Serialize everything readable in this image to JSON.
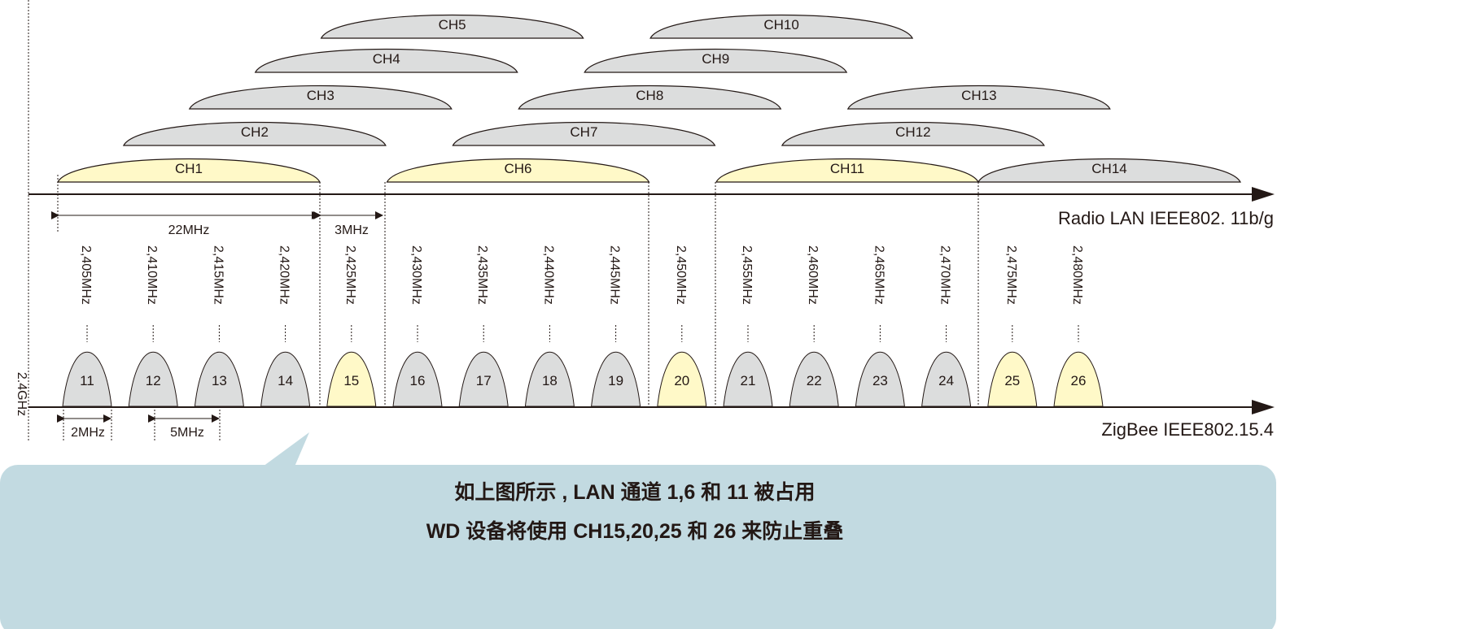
{
  "colors": {
    "used": "#fff9c8",
    "unused": "#dcdddd",
    "stroke": "#231815",
    "callout": "#c2dae1"
  },
  "wifi": {
    "axis_label": "Radio LAN IEEE802. 11b/g",
    "channels": [
      "CH1",
      "CH2",
      "CH3",
      "CH4",
      "CH5",
      "CH6",
      "CH7",
      "CH8",
      "CH9",
      "CH10",
      "CH11",
      "CH12",
      "CH13",
      "CH14"
    ],
    "highlighted": [
      "CH1",
      "CH6",
      "CH11"
    ],
    "width_label": "22MHz",
    "gap_label": "3MHz"
  },
  "zigbee": {
    "axis_label": "ZigBee IEEE802.15.4",
    "band_label": "2.4GHz",
    "channels": [
      {
        "ch": "11",
        "freq": "2,405MHz"
      },
      {
        "ch": "12",
        "freq": "2,410MHz"
      },
      {
        "ch": "13",
        "freq": "2,415MHz"
      },
      {
        "ch": "14",
        "freq": "2,420MHz"
      },
      {
        "ch": "15",
        "freq": "2,425MHz"
      },
      {
        "ch": "16",
        "freq": "2,430MHz"
      },
      {
        "ch": "17",
        "freq": "2,435MHz"
      },
      {
        "ch": "18",
        "freq": "2,440MHz"
      },
      {
        "ch": "19",
        "freq": "2,445MHz"
      },
      {
        "ch": "20",
        "freq": "2,450MHz"
      },
      {
        "ch": "21",
        "freq": "2,455MHz"
      },
      {
        "ch": "22",
        "freq": "2,460MHz"
      },
      {
        "ch": "23",
        "freq": "2,465MHz"
      },
      {
        "ch": "24",
        "freq": "2,470MHz"
      },
      {
        "ch": "25",
        "freq": "2,475MHz"
      },
      {
        "ch": "26",
        "freq": "2,480MHz"
      }
    ],
    "highlighted": [
      "15",
      "20",
      "25",
      "26"
    ],
    "width_label": "2MHz",
    "spacing_label": "5MHz"
  },
  "callout": {
    "line1": "如上图所示 , LAN 通道 1,6 和 11 被占用",
    "line2": "WD 设备将使用 CH15,20,25 和 26 来防止重叠"
  }
}
